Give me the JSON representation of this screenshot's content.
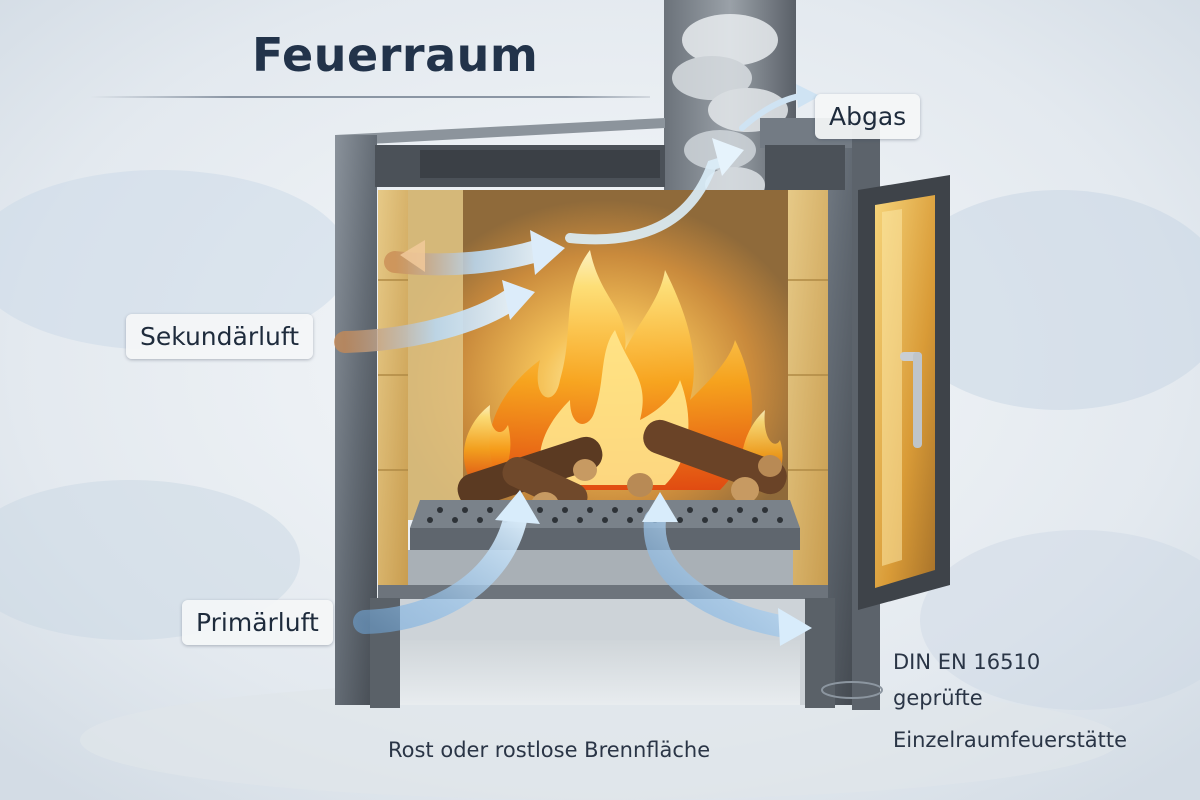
{
  "title": "Feuerraum",
  "labels": {
    "abgas": "Abgas",
    "sekundaerluft": "Sekundärluft",
    "primaerluft": "Primärluft"
  },
  "caption_grate": "Rost oder rostlose Brennfläche",
  "certification": {
    "line1": "DIN EN 16510",
    "line2": "geprüfte",
    "line3": "Einzelraumfeuerstätte"
  },
  "colors": {
    "background": "#e9eef3",
    "stove_steel": "#5d656e",
    "firebrick": "#d8b66a",
    "flame": "#f7a21b",
    "air_arrow": "#9ec9ef",
    "title_text": "#22334a"
  },
  "icons": [
    "flame-icon",
    "air-arrow-icon",
    "smoke-icon",
    "door-handle-icon"
  ]
}
